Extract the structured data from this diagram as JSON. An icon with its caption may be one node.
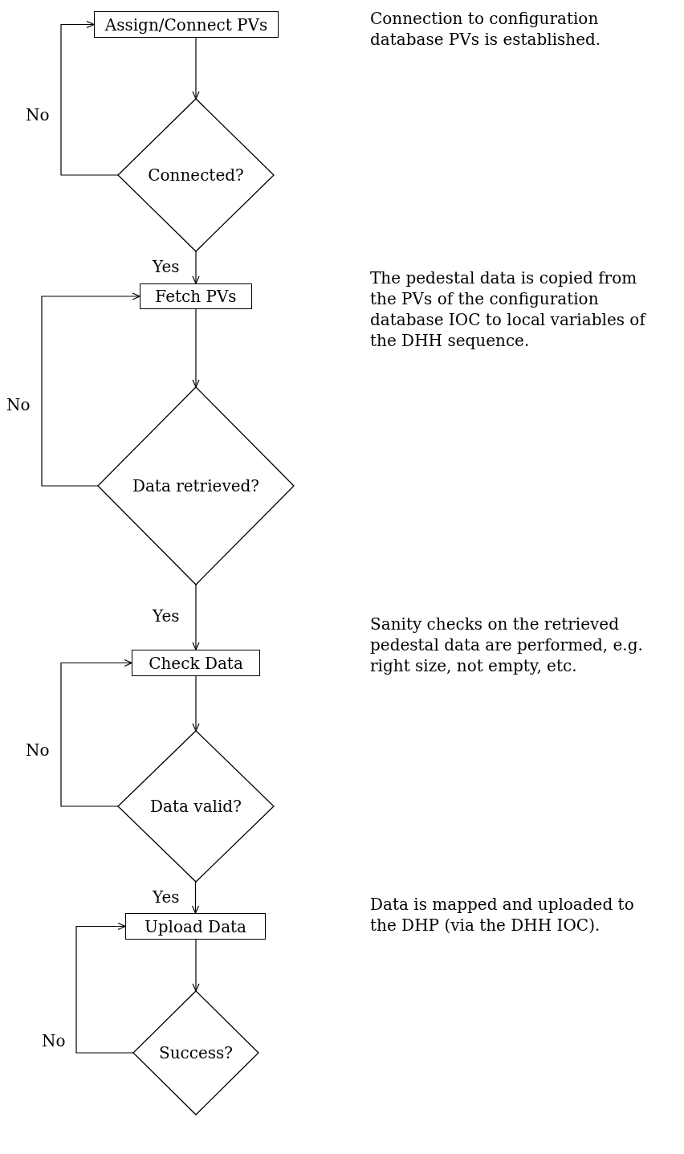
{
  "diagram": {
    "nodes": [
      {
        "text": [
          "Assign/Connect PVs"
        ]
      },
      {
        "text": [
          "Connected?"
        ]
      },
      {
        "text": [
          "Fetch PVs"
        ]
      },
      {
        "text": [
          "Data retrieved?"
        ]
      },
      {
        "text": [
          "Check Data"
        ]
      },
      {
        "text": [
          "Data valid?"
        ]
      },
      {
        "text": [
          "Upload Data"
        ]
      },
      {
        "text": [
          "Success?"
        ]
      }
    ],
    "edges": [
      {
        "from": 0,
        "to": 1,
        "arrow": "to"
      },
      {
        "from": 1,
        "to": 0,
        "arrow": "to",
        "label": "No"
      },
      {
        "from": 1,
        "to": 2,
        "arrow": "to",
        "label": "Yes"
      },
      {
        "from": 2,
        "to": 3,
        "arrow": "to"
      },
      {
        "from": 3,
        "to": 2,
        "arrow": "to",
        "label": "No"
      },
      {
        "from": 3,
        "to": 4,
        "arrow": "to",
        "label": "Yes"
      },
      {
        "from": 4,
        "to": 5,
        "arrow": "to"
      },
      {
        "from": 5,
        "to": 4,
        "arrow": "to",
        "label": "No"
      },
      {
        "from": 5,
        "to": 6,
        "arrow": "to",
        "label": "Yes"
      },
      {
        "from": 6,
        "to": 7,
        "arrow": "to"
      },
      {
        "from": 7,
        "to": 6,
        "arrow": "to",
        "label": "No"
      }
    ],
    "labels": [
      "Connection to configuration database PVs is established.",
      "The pedestal data is copied from the PVs of the configuration database IOC to local variables of the DHH sequence.",
      "Sanity checks on the retrieved pedestal data are performed, e.g. right size, not empty, etc.",
      "Data is mapped and uploaded to the DHP (via the DHH IOC)."
    ]
  }
}
